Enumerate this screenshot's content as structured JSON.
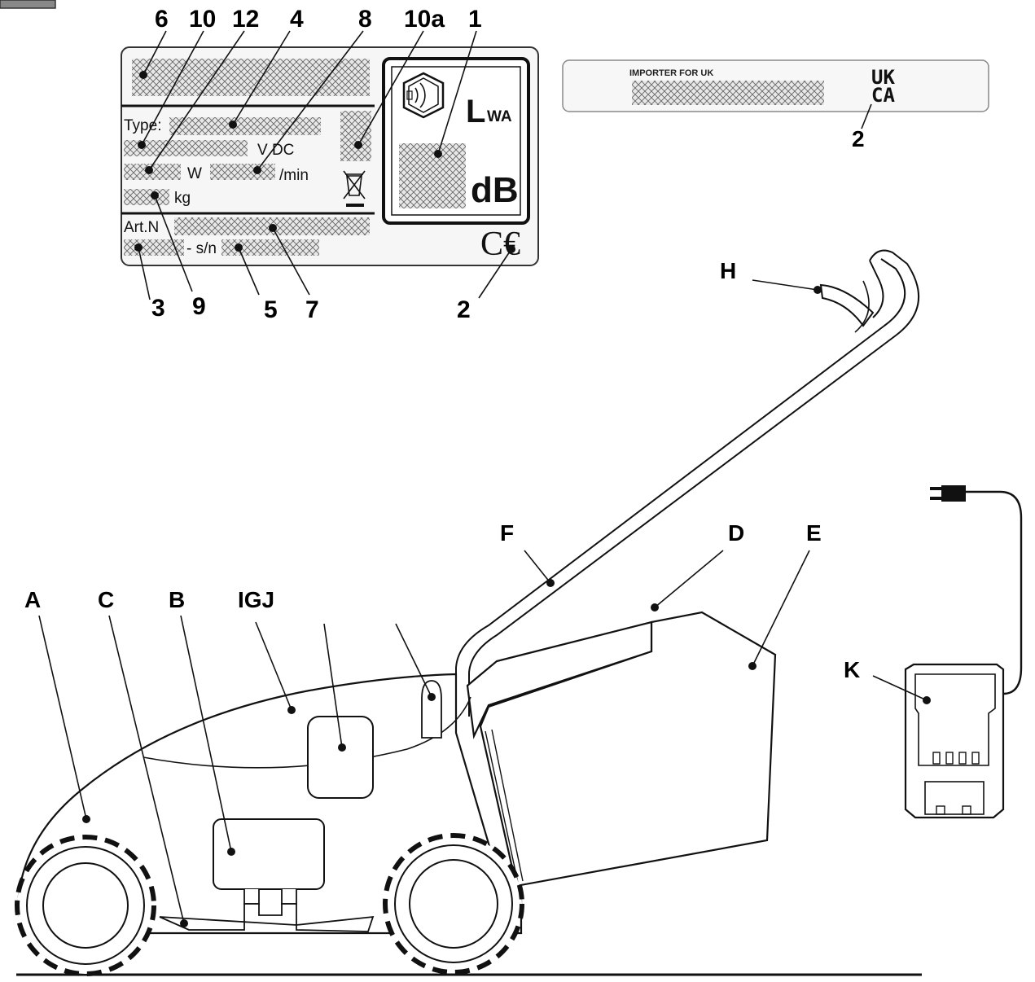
{
  "plate": {
    "type_label": "Type:",
    "voltage_unit": "V DC",
    "power_unit": "W",
    "speed_unit": "/min",
    "mass_unit": "kg",
    "article_label": "Art.N",
    "serial_label": "- s/n",
    "lwa_main": "L",
    "lwa_sub": "WA",
    "db_label": "dB",
    "ce_mark": "C€"
  },
  "importer": {
    "title": "IMPORTER FOR UK",
    "mark_top": "UK",
    "mark_bottom": "CA"
  },
  "callouts": {
    "c6": "6",
    "c10": "10",
    "c12": "12",
    "c4": "4",
    "c8": "8",
    "c10a": "10a",
    "c1": "1",
    "c3": "3",
    "c9": "9",
    "c5": "5",
    "c7": "7",
    "c2_ce": "2",
    "c2_uk": "2",
    "A": "A",
    "C": "C",
    "B": "B",
    "IGJ": "IGJ",
    "F": "F",
    "D": "D",
    "E": "E",
    "H": "H",
    "K": "K"
  },
  "colors": {
    "ink": "#111111",
    "paper": "#ffffff"
  }
}
